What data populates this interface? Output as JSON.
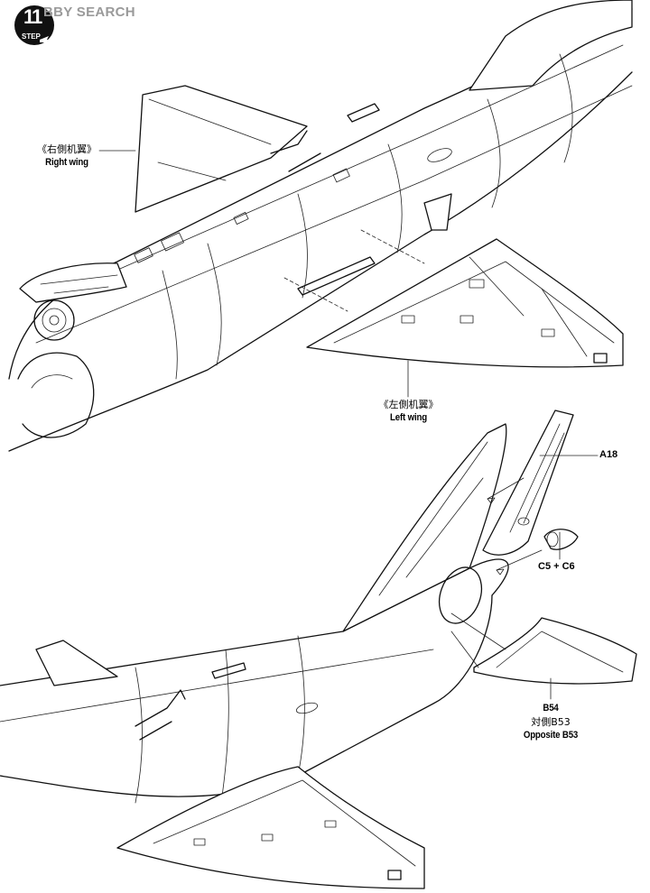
{
  "watermark": {
    "text": "BBY SEARCH"
  },
  "step": {
    "number": "11",
    "word": "STEP"
  },
  "labels": {
    "right_wing_cn": "《右側机翼》",
    "right_wing_en": "Right wing",
    "left_wing_cn": "《左側机翼》",
    "left_wing_en": "Left wing",
    "part_a18": "A18",
    "part_c5c6": "C5 + C6",
    "part_b54": "B54",
    "part_b53_cn": "対側B53",
    "part_b53_en": "Opposite B53"
  },
  "colors": {
    "ink": "#111111",
    "paper": "#ffffff",
    "watermark": "#9a9a9a"
  },
  "icons": [
    "step-badge-icon",
    "airplane-icon"
  ]
}
